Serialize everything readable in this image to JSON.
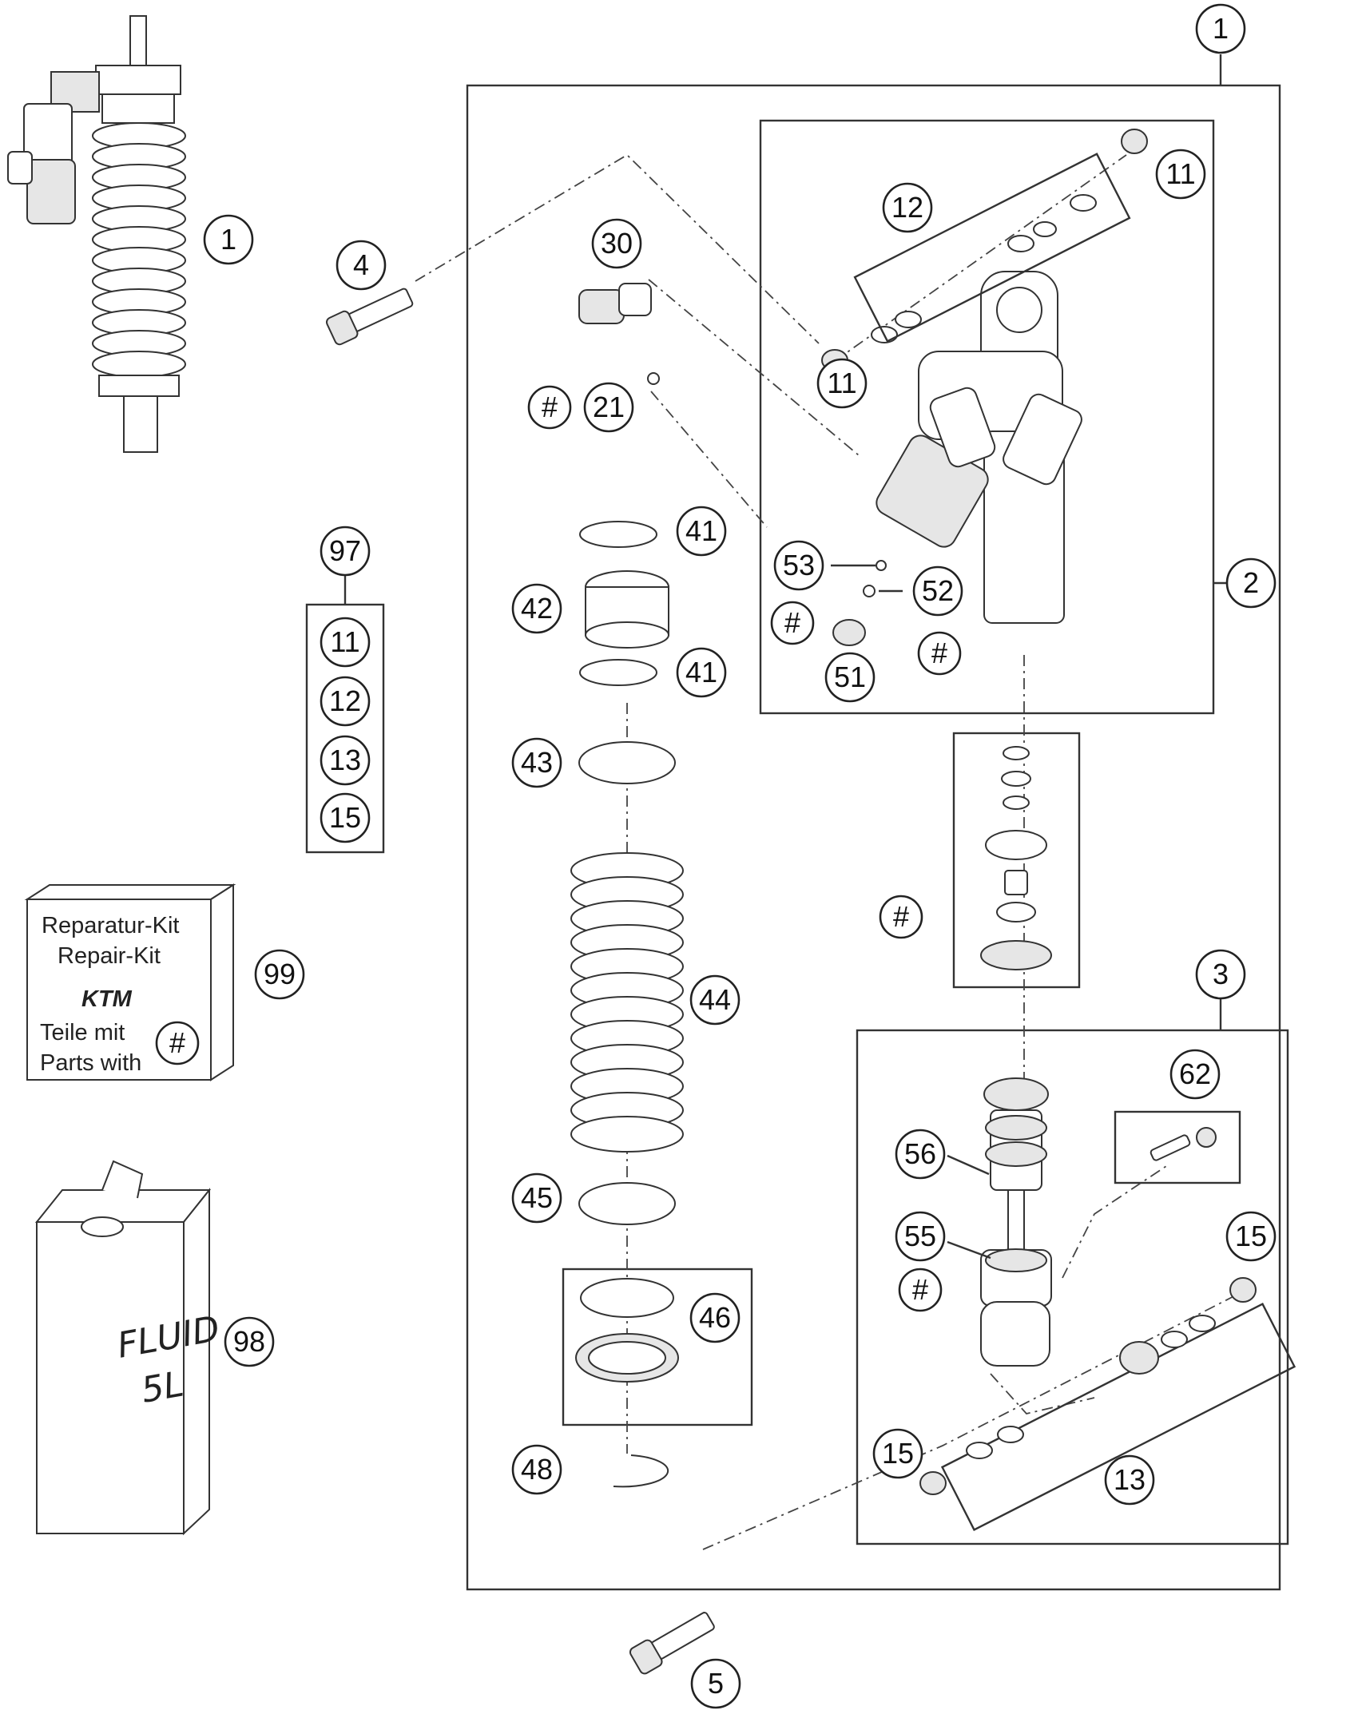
{
  "callouts": [
    {
      "id": "c1-top",
      "label": "1"
    },
    {
      "id": "c1-left",
      "label": "1"
    },
    {
      "id": "c2",
      "label": "2"
    },
    {
      "id": "c3",
      "label": "3"
    },
    {
      "id": "c4",
      "label": "4"
    },
    {
      "id": "c5",
      "label": "5"
    },
    {
      "id": "c11-a",
      "label": "11"
    },
    {
      "id": "c11-b",
      "label": "11"
    },
    {
      "id": "c12",
      "label": "12"
    },
    {
      "id": "c13",
      "label": "13"
    },
    {
      "id": "c15-a",
      "label": "15"
    },
    {
      "id": "c15-b",
      "label": "15"
    },
    {
      "id": "c21",
      "label": "21"
    },
    {
      "id": "c30",
      "label": "30"
    },
    {
      "id": "c41-a",
      "label": "41"
    },
    {
      "id": "c41-b",
      "label": "41"
    },
    {
      "id": "c42",
      "label": "42"
    },
    {
      "id": "c43",
      "label": "43"
    },
    {
      "id": "c44",
      "label": "44"
    },
    {
      "id": "c45",
      "label": "45"
    },
    {
      "id": "c46",
      "label": "46"
    },
    {
      "id": "c48",
      "label": "48"
    },
    {
      "id": "c51",
      "label": "51"
    },
    {
      "id": "c52",
      "label": "52"
    },
    {
      "id": "c53",
      "label": "53"
    },
    {
      "id": "c55",
      "label": "55"
    },
    {
      "id": "c56",
      "label": "56"
    },
    {
      "id": "c62",
      "label": "62"
    },
    {
      "id": "c97",
      "label": "97"
    },
    {
      "id": "c98",
      "label": "98"
    },
    {
      "id": "c99",
      "label": "99"
    },
    {
      "id": "c97-11",
      "label": "11"
    },
    {
      "id": "c97-12",
      "label": "12"
    },
    {
      "id": "c97-13",
      "label": "13"
    },
    {
      "id": "c97-15",
      "label": "15"
    },
    {
      "id": "h1",
      "label": "#"
    },
    {
      "id": "h2",
      "label": "#"
    },
    {
      "id": "h3",
      "label": "#"
    },
    {
      "id": "h4",
      "label": "#"
    },
    {
      "id": "h5",
      "label": "#"
    },
    {
      "id": "h6",
      "label": "#"
    }
  ],
  "repair_kit": {
    "line1": "Reparatur-Kit",
    "line2": "Repair-Kit",
    "line3": "Teile mit",
    "line4": "Parts with",
    "symbol": "#",
    "logo_text": "KTM"
  },
  "fluid_can": {
    "line1": "FLUID",
    "line2": "5L"
  }
}
